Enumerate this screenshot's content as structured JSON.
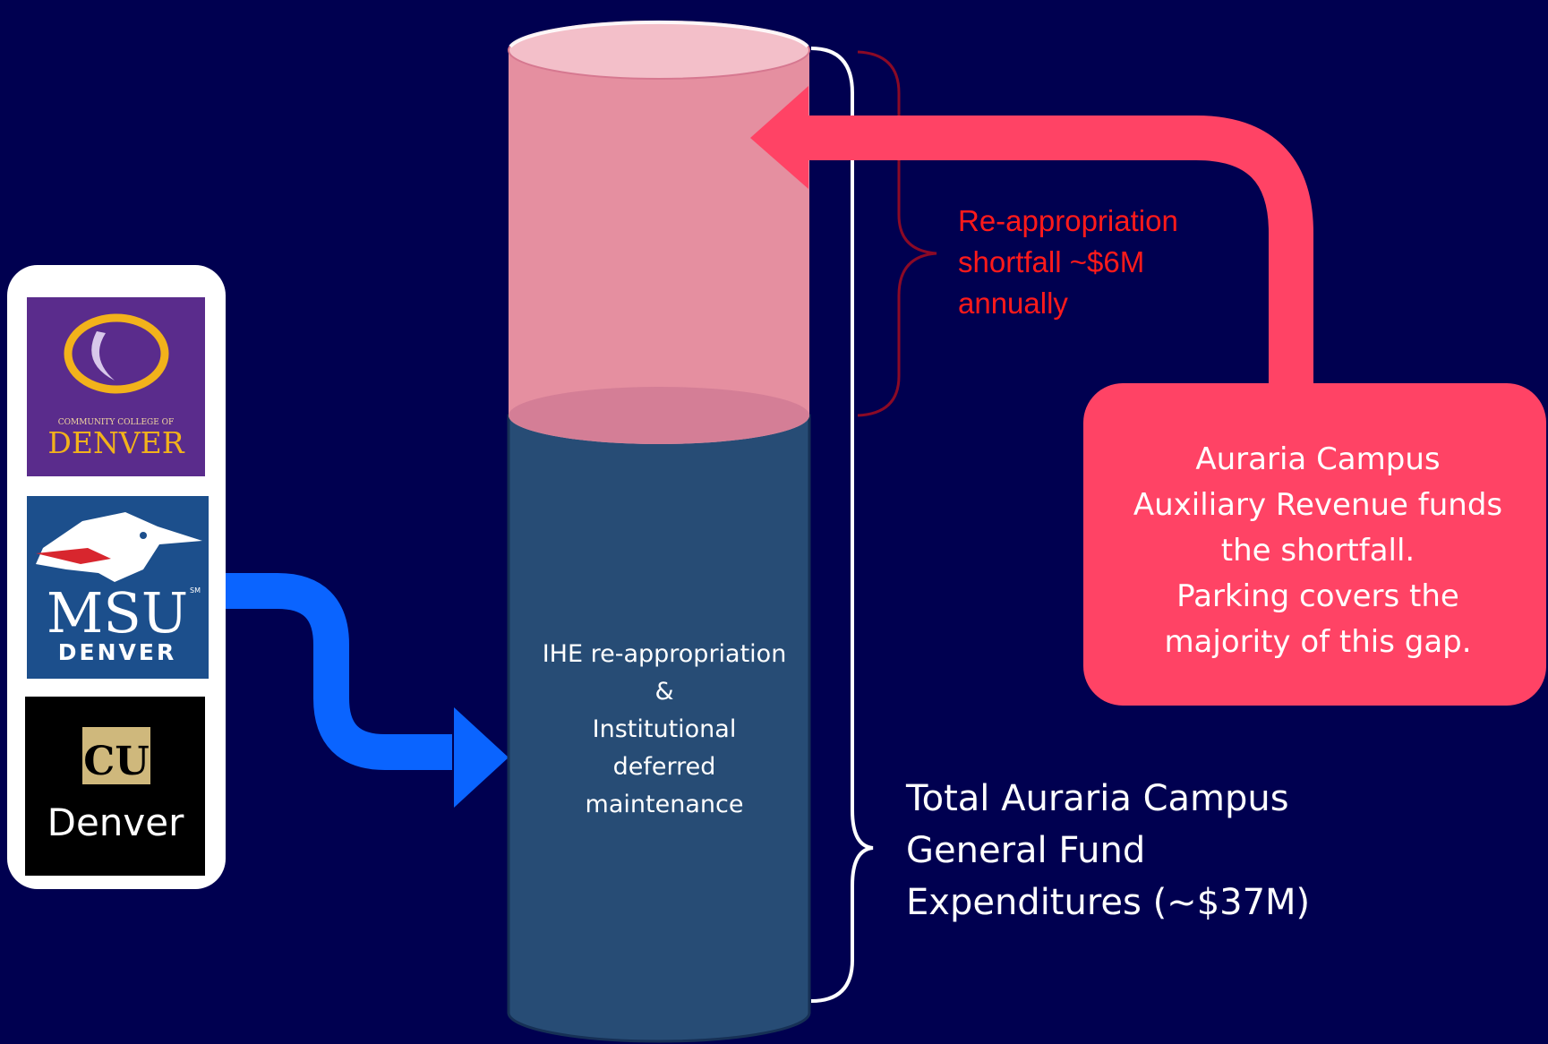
{
  "colors": {
    "background": "#000050",
    "cylinder_bottom": "#274c75",
    "cylinder_top": "#ec94a3",
    "shortfall_text": "#ff1a1a",
    "revenue_box": "#ff4365",
    "logo_arrow": "#0a64ff"
  },
  "cylinder": {
    "label_lines": [
      "IHE re-appropriation",
      "&",
      "Institutional",
      "deferred",
      "maintenance"
    ]
  },
  "shortfall": {
    "lines": [
      "Re-appropriation",
      "shortfall ~$6M",
      "annually"
    ]
  },
  "revenue_box": {
    "lines": [
      "Auraria Campus",
      "Auxiliary Revenue funds",
      "the shortfall.",
      "Parking covers the",
      "majority of this gap."
    ]
  },
  "total": {
    "lines": [
      "Total Auraria Campus",
      "General Fund",
      "Expenditures (~$37M)"
    ]
  },
  "logos": {
    "ccd": {
      "small_text": "COMMUNITY COLLEGE OF",
      "name": "DENVER"
    },
    "msu": {
      "name": "MSU",
      "sub": "DENVER",
      "tm": "SM"
    },
    "cu": {
      "mark": "CU",
      "name": "Denver"
    }
  }
}
